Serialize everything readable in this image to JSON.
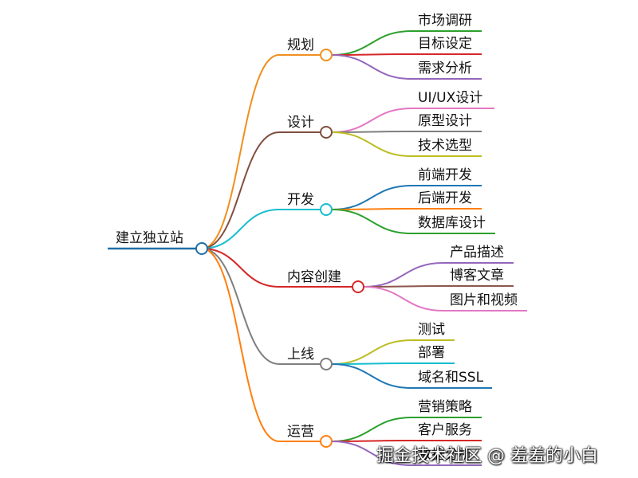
{
  "root": {
    "label": "建立独立站",
    "color": "#1f6fa6"
  },
  "branches": [
    {
      "label": "规划",
      "color": "#f0901e",
      "children": [
        {
          "label": "市场调研",
          "color": "#2ca02c"
        },
        {
          "label": "目标设定",
          "color": "#d62728"
        },
        {
          "label": "需求分析",
          "color": "#9467bd"
        }
      ]
    },
    {
      "label": "设计",
      "color": "#7f4f3f",
      "children": [
        {
          "label": "UI/UX设计",
          "color": "#e377c2"
        },
        {
          "label": "原型设计",
          "color": "#7f7f7f"
        },
        {
          "label": "技术选型",
          "color": "#bcbd22"
        }
      ]
    },
    {
      "label": "开发",
      "color": "#17becf",
      "children": [
        {
          "label": "前端开发",
          "color": "#1f77b4"
        },
        {
          "label": "后端开发",
          "color": "#ff7f0e"
        },
        {
          "label": "数据库设计",
          "color": "#2ca02c"
        }
      ]
    },
    {
      "label": "内容创建",
      "color": "#d62728",
      "children": [
        {
          "label": "产品描述",
          "color": "#9467bd"
        },
        {
          "label": "博客文章",
          "color": "#8c564b"
        },
        {
          "label": "图片和视频",
          "color": "#e377c2"
        }
      ]
    },
    {
      "label": "上线",
      "color": "#7f7f7f",
      "children": [
        {
          "label": "测试",
          "color": "#bcbd22"
        },
        {
          "label": "部署",
          "color": "#17becf"
        },
        {
          "label": "域名和SSL",
          "color": "#1f77b4"
        }
      ]
    },
    {
      "label": "运营",
      "color": "#ff7f0e",
      "children": [
        {
          "label": "营销策略",
          "color": "#2ca02c"
        },
        {
          "label": "客户服务",
          "color": "#d62728"
        },
        {
          "label": "数据分析",
          "color": "#9467bd"
        }
      ]
    }
  ],
  "watermark": "掘金技术社区 @ 羞羞的小白"
}
